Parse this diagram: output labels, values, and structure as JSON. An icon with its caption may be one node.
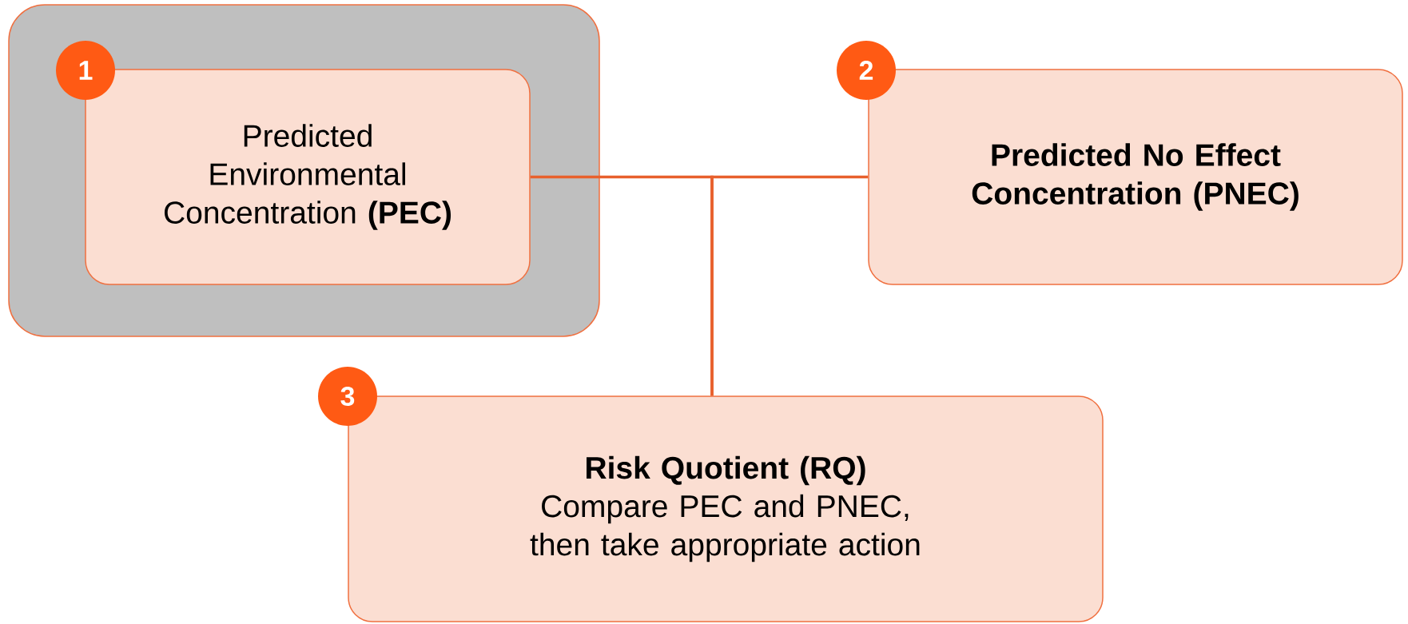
{
  "diagram": {
    "nodes": [
      {
        "text": [],
        "shape": "box"
      },
      {
        "text": [
          "1"
        ],
        "in": 0
      },
      {
        "text": [
          "Predicted Environmental Concentration **(PEC)**"
        ],
        "in": 0
      },
      {
        "text": [
          "2"
        ]
      },
      {
        "text": [
          "Predicted No Effect Concentration (PNEC)"
        ]
      },
      {
        "text": [
          "3"
        ]
      },
      {
        "text": [
          "Risk Quotient (RQ)",
          "Compare PEC and PNEC, then take appropriate action"
        ]
      }
    ],
    "edges": [
      {
        "from": 2,
        "to": 6,
        "arrow": "none"
      },
      {
        "from": 4,
        "to": 6,
        "arrow": "none"
      }
    ]
  }
}
